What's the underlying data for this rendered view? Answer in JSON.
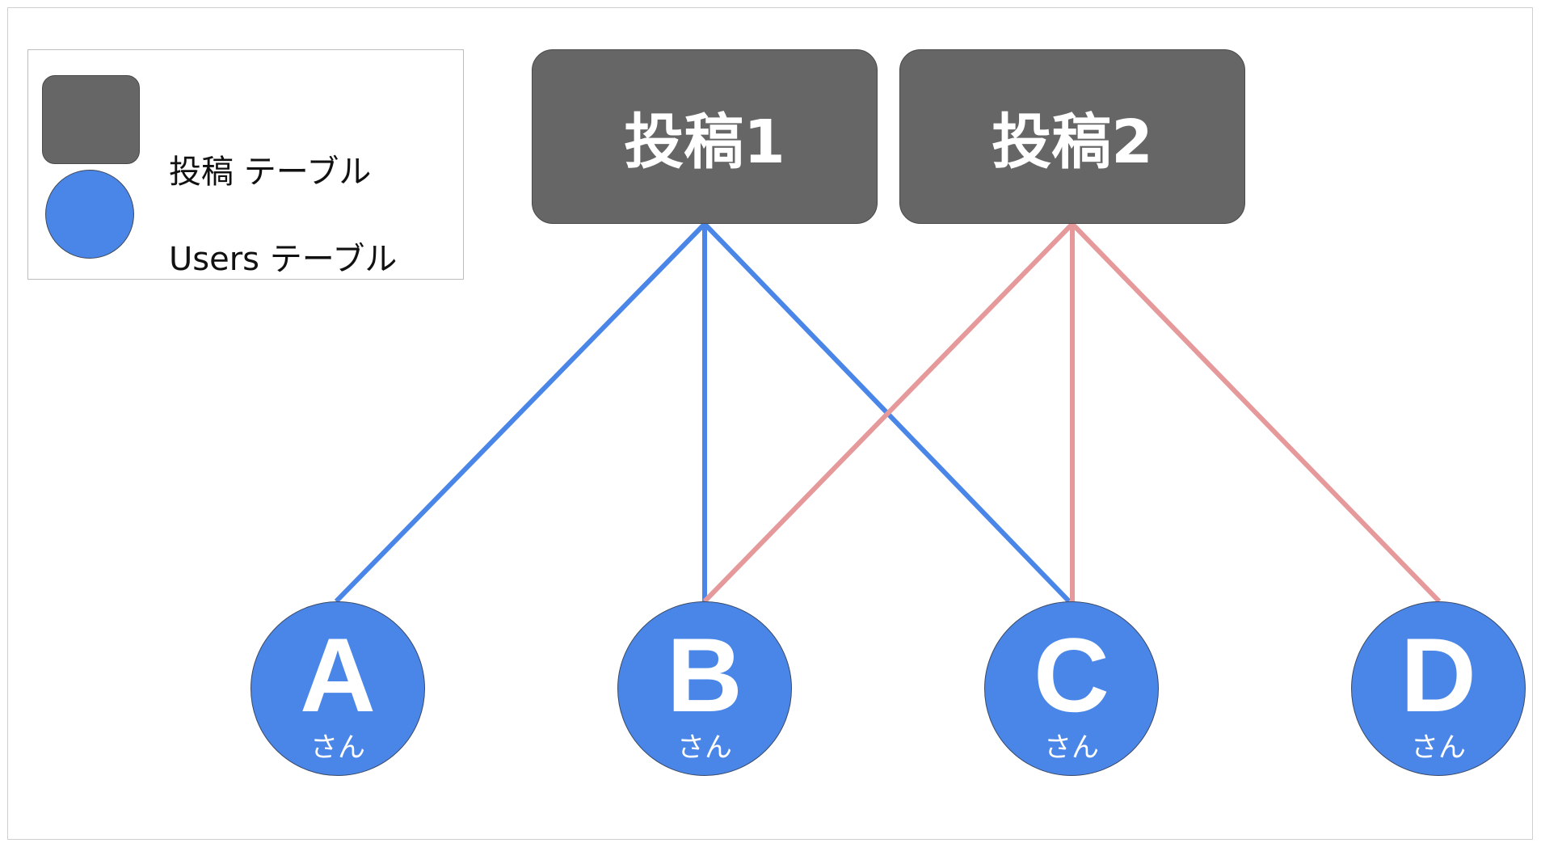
{
  "legend": {
    "post_table_label": "投稿 テーブル",
    "users_table_label": "Users テーブル"
  },
  "posts": [
    {
      "label": "投稿1"
    },
    {
      "label": "投稿2"
    }
  ],
  "users": [
    {
      "letter": "A",
      "suffix": "さん"
    },
    {
      "letter": "B",
      "suffix": "さん"
    },
    {
      "letter": "C",
      "suffix": "さん"
    },
    {
      "letter": "D",
      "suffix": "さん"
    }
  ],
  "relations": [
    {
      "post": "投稿1",
      "users": [
        "A",
        "B",
        "C"
      ],
      "color": "#4a86e8"
    },
    {
      "post": "投稿2",
      "users": [
        "B",
        "C",
        "D"
      ],
      "color": "#e6999b"
    }
  ],
  "colors": {
    "post_fill": "#666666",
    "user_fill": "#4a86e8",
    "post1_edge": "#4a86e8",
    "post2_edge": "#e6999b"
  }
}
